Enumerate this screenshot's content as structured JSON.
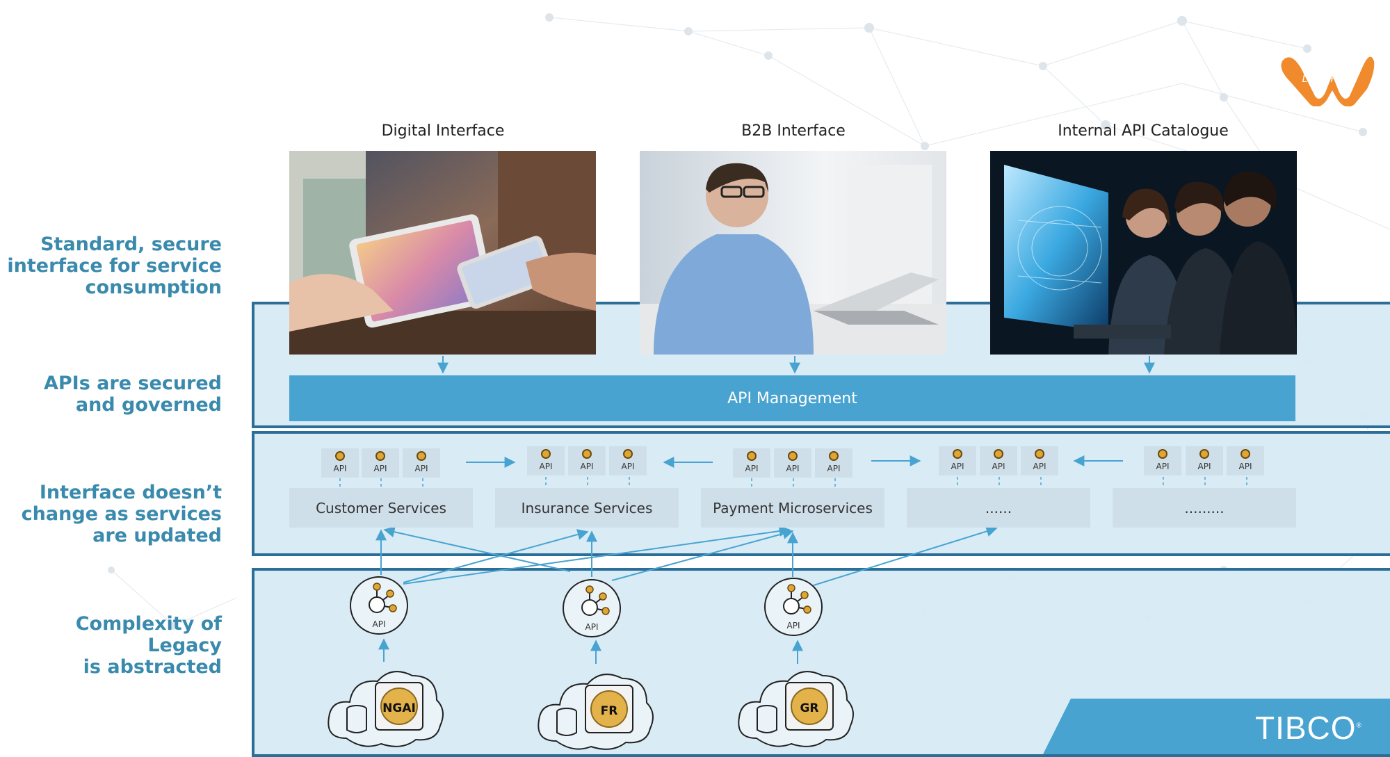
{
  "left_labels": {
    "consumption": "Standard, secure\ninterface for service\nconsumption",
    "governance": "APIs are secured\nand governed",
    "interface": "Interface doesn’t\nchange as services\nare updated",
    "legacy": "Complexity of Legacy\nis abstracted"
  },
  "columns": {
    "digital": "Digital Interface",
    "b2b": "B2B Interface",
    "internal": "Internal API Catalogue"
  },
  "api_management": "API Management",
  "api_label": "API",
  "services": [
    "Customer Services",
    "Insurance Services",
    "Payment Microservices",
    "......",
    "........."
  ],
  "legacy_systems": [
    "NGAI",
    "FR",
    "GR"
  ],
  "brand": {
    "leaseplan": "LeasePlan",
    "tibco": "TIBCO",
    "tibco_mark": "®"
  },
  "colors": {
    "accent_blue": "#48a3d1",
    "frame_blue": "#2b6f98",
    "label_blue": "#3a8aad",
    "leaseplan_orange": "#f08a2c"
  }
}
